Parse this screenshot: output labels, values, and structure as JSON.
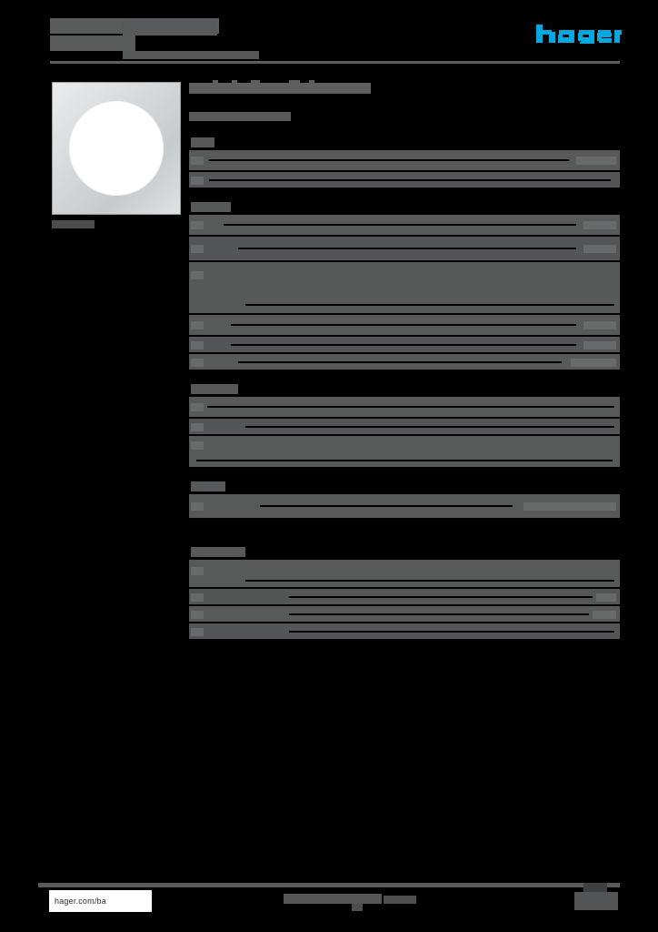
{
  "document": {
    "kind": "product-datasheet",
    "state": "redacted",
    "page_background": "#000000",
    "redaction_color": "#585a5a",
    "header": {
      "title_line_1": "",
      "title_line_2": "",
      "title_line_3": "",
      "subtitle": ""
    },
    "logo": {
      "name": "hager",
      "text": "hager",
      "color": "#00a9e0"
    }
  },
  "product": {
    "figure_alt": "square cover frame with circular cutout",
    "frame_color": "#d6d9db",
    "frame_border": "#9aa0a2",
    "cutout_color": "#ffffff",
    "caption": ""
  },
  "main": {
    "page_title": "",
    "subtitle": "",
    "sections": [
      {
        "heading": "",
        "rows": [
          {
            "label": "",
            "value": "",
            "height": 22
          },
          {
            "label": "",
            "value": "",
            "height": 17
          }
        ]
      },
      {
        "heading": "",
        "rows": [
          {
            "label": "",
            "value": "",
            "height": 22
          },
          {
            "label": "",
            "value": "",
            "height": 26
          },
          {
            "label": "",
            "value": "",
            "height": 56
          },
          {
            "label": "",
            "value": "",
            "height": 22
          },
          {
            "label": "",
            "value": "",
            "height": 17
          },
          {
            "label": "",
            "value": "",
            "height": 17
          }
        ]
      },
      {
        "heading": "",
        "rows": [
          {
            "label": "",
            "value": "",
            "height": 22
          },
          {
            "label": "",
            "value": "",
            "height": 17
          },
          {
            "label": "",
            "value": "",
            "height": 34
          }
        ]
      },
      {
        "heading": "",
        "rows": [
          {
            "label": "",
            "value": "",
            "height": 26
          }
        ]
      },
      {
        "heading": "",
        "rows": [
          {
            "label": "",
            "value": "",
            "height": 30
          },
          {
            "label": "",
            "value": "",
            "height": 17
          },
          {
            "label": "",
            "value": "",
            "height": 17
          },
          {
            "label": "",
            "value": "",
            "height": 17
          }
        ]
      }
    ]
  },
  "footer": {
    "url": "hager.com/ba",
    "center_text": "",
    "right_text": ""
  }
}
